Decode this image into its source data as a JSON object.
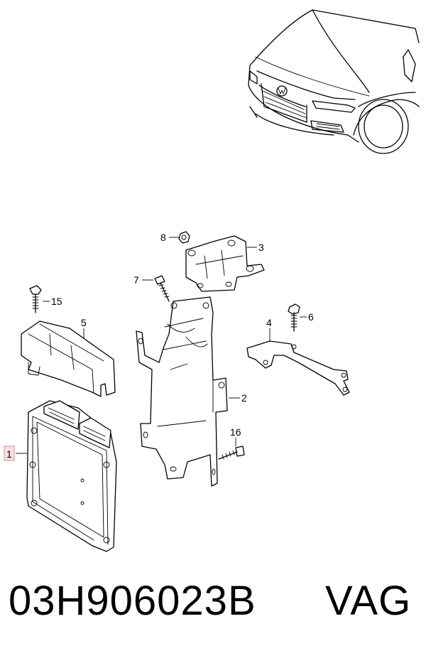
{
  "callouts": {
    "c1": "1",
    "c2": "2",
    "c3": "3",
    "c4": "4",
    "c5": "5",
    "c6": "6",
    "c7": "7",
    "c8": "8",
    "c15": "15",
    "c16": "16"
  },
  "footer": {
    "part_number": "03H906023B",
    "brand": "VAG"
  },
  "colors": {
    "highlight_box": "#fbe3e3",
    "highlight_border": "#d98a8a"
  }
}
